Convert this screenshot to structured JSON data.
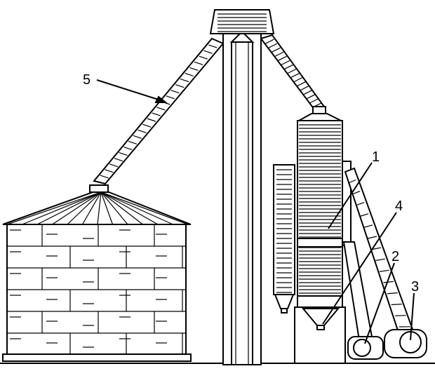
{
  "diagram": {
    "labels": [
      {
        "id": "1",
        "text": "1"
      },
      {
        "id": "2",
        "text": "2"
      },
      {
        "id": "3",
        "text": "3"
      },
      {
        "id": "4",
        "text": "4"
      },
      {
        "id": "5",
        "text": "5"
      }
    ],
    "colors": {
      "ink": "#000000",
      "paper": "#ffffff"
    }
  }
}
